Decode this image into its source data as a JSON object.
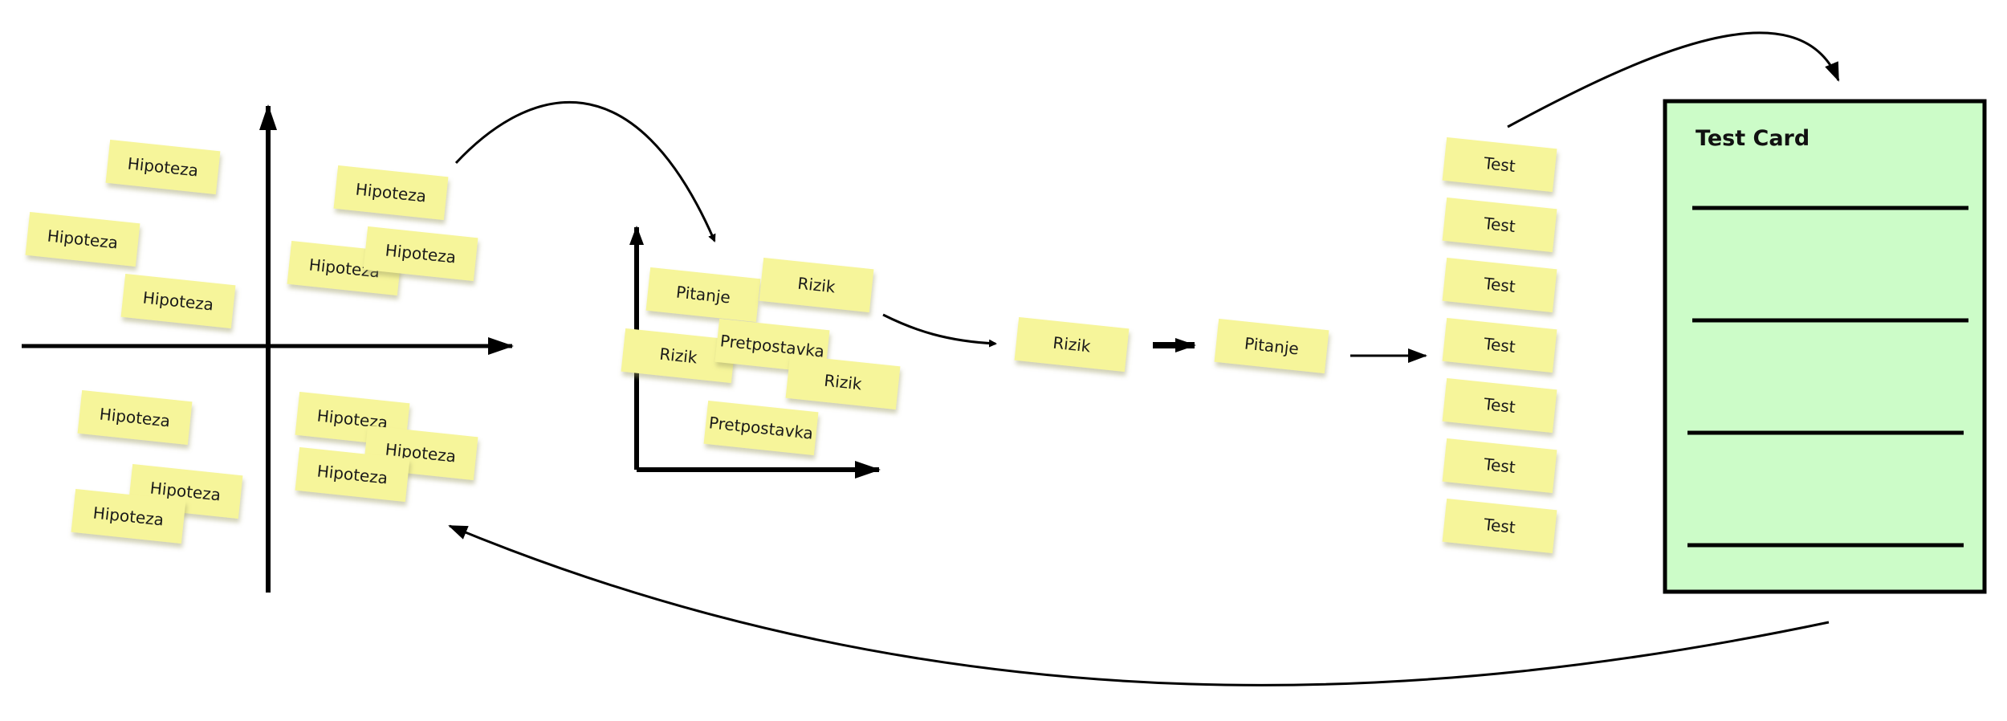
{
  "notes": {
    "quadrant": [
      "Hipoteza",
      "Hipoteza",
      "Hipoteza",
      "Hipoteza",
      "Hipoteza",
      "Hipoteza",
      "Hipoteza",
      "Hipoteza",
      "Hipoteza",
      "Hipoteza",
      "Hipoteza",
      "Hipoteza"
    ],
    "matrix": [
      "Pitanje",
      "Rizik",
      "Rizik",
      "Pretpostavka",
      "Rizik",
      "Pretpostavka"
    ],
    "flow": [
      "Rizik",
      "Pitanje"
    ],
    "tests": [
      "Test",
      "Test",
      "Test",
      "Test",
      "Test",
      "Test",
      "Test"
    ]
  },
  "test_card": {
    "title": "Test Card"
  },
  "colors": {
    "sticky": "#f6f59a",
    "sticky_shadow": "#c9c875",
    "card_fill": "#ccfcc8",
    "ink": "#000000"
  }
}
